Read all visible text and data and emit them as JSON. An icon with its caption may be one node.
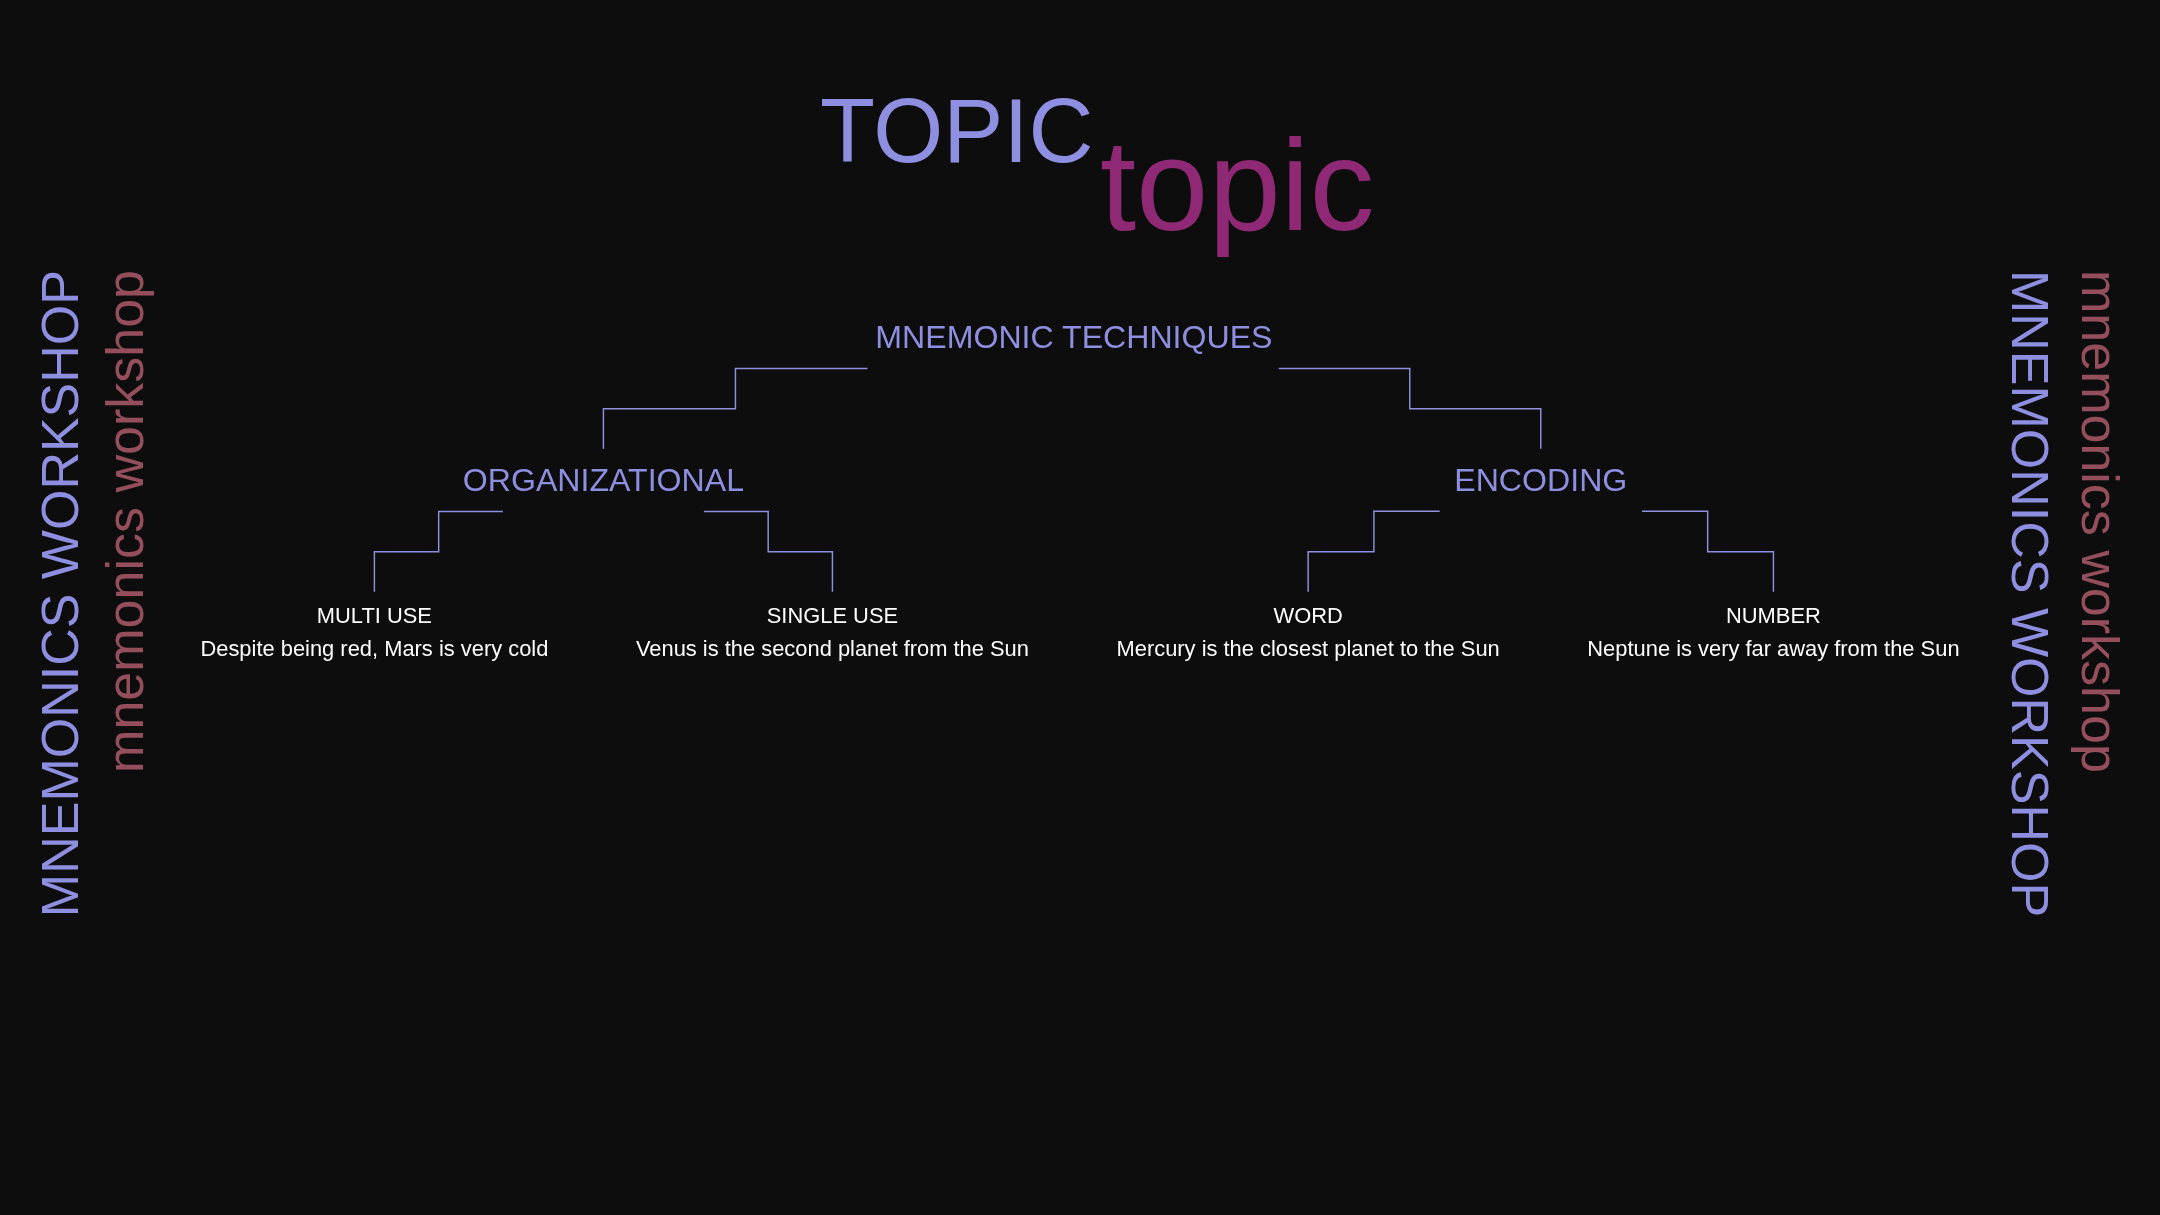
{
  "diagram": {
    "nodes": [
      {
        "text": [
          "MNEMONIC TECHNIQUES"
        ]
      },
      {
        "text": [
          "ORGANIZATIONAL"
        ]
      },
      {
        "text": [
          "ENCODING"
        ]
      },
      {
        "text": [
          "MULTI USE",
          "Despite being red, Mars is very cold"
        ]
      },
      {
        "text": [
          "SINGLE USE",
          "Venus is the second planet from the Sun"
        ]
      },
      {
        "text": [
          "WORD",
          "Mercury is the closest planet to the Sun"
        ]
      },
      {
        "text": [
          "NUMBER",
          "Neptune is very far away from the Sun"
        ]
      }
    ],
    "edges": [
      {
        "from": 0,
        "to": 1,
        "arrow": "none"
      },
      {
        "from": 0,
        "to": 2,
        "arrow": "none"
      },
      {
        "from": 1,
        "to": 3,
        "arrow": "none"
      },
      {
        "from": 1,
        "to": 4,
        "arrow": "none"
      },
      {
        "from": 2,
        "to": 5,
        "arrow": "none"
      },
      {
        "from": 2,
        "to": 6,
        "arrow": "none"
      }
    ],
    "labels": [
      "TOPIC",
      "topic",
      "MNEMONICS WORKSHOP",
      "mnemonics workshop",
      "MNEMONICS WORKSHOP",
      "mnemonics workshop"
    ]
  }
}
